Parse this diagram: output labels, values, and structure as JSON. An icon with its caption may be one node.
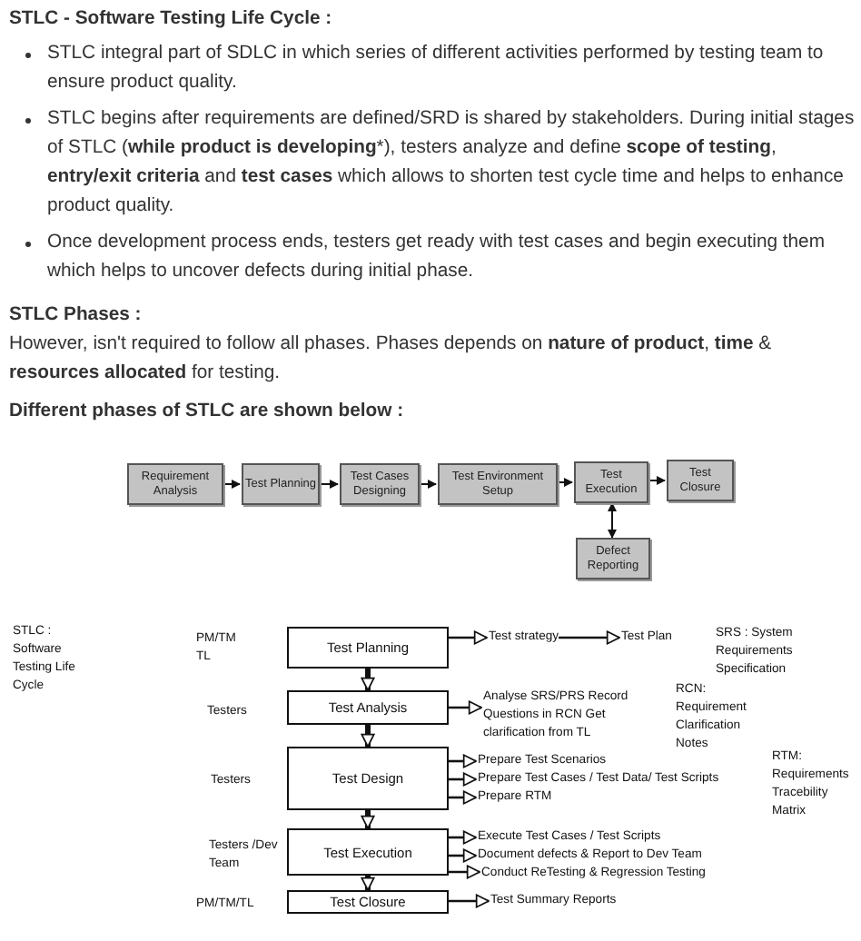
{
  "diagram": {
    "title": "STLC - Software Testing Life Cycle :",
    "nodes": [
      {
        "text": [
          "Requirement Analysis"
        ]
      },
      {
        "text": [
          "Test Planning"
        ]
      },
      {
        "text": [
          "Test Cases Designing"
        ]
      },
      {
        "text": [
          "Test Environment Setup"
        ]
      },
      {
        "text": [
          "Test Execution"
        ]
      },
      {
        "text": [
          "Test Closure"
        ]
      },
      {
        "text": [
          "Defect Reporting"
        ]
      },
      {
        "text": [
          "Test Planning"
        ]
      },
      {
        "text": [
          "Test Analysis"
        ]
      },
      {
        "text": [
          "Test Design"
        ]
      },
      {
        "text": [
          "Test Execution"
        ]
      },
      {
        "text": [
          "Test Closure"
        ]
      },
      {
        "text": [
          "Test strategy"
        ]
      },
      {
        "text": [
          "Test Plan"
        ]
      },
      {
        "text": [
          "Analyse SRS/PRS Record Questions in RCN Get clarification from TL"
        ]
      },
      {
        "text": [
          "Prepare Test Scenarios"
        ]
      },
      {
        "text": [
          "Prepare Test Cases / Test Data/ Test Scripts"
        ]
      },
      {
        "text": [
          "Prepare RTM"
        ]
      },
      {
        "text": [
          "Execute Test Cases / Test Scripts"
        ]
      },
      {
        "text": [
          "Document defects & Report to Dev Team"
        ]
      },
      {
        "text": [
          "Conduct ReTesting & Regression Testing"
        ]
      },
      {
        "text": [
          "Test Summary Reports"
        ]
      }
    ],
    "edges": [
      {
        "from": 0,
        "to": 1,
        "arrow": "to"
      },
      {
        "from": 1,
        "to": 2,
        "arrow": "to"
      },
      {
        "from": 2,
        "to": 3,
        "arrow": "to"
      },
      {
        "from": 3,
        "to": 4,
        "arrow": "to"
      },
      {
        "from": 4,
        "to": 5,
        "arrow": "to"
      },
      {
        "from": 4,
        "to": 6,
        "arrow": "both"
      },
      {
        "from": 7,
        "to": 8,
        "arrow": "to",
        "style": "thick"
      },
      {
        "from": 8,
        "to": 9,
        "arrow": "to",
        "style": "thick"
      },
      {
        "from": 9,
        "to": 10,
        "arrow": "to",
        "style": "thick"
      },
      {
        "from": 10,
        "to": 11,
        "arrow": "to",
        "style": "thick"
      },
      {
        "from": 7,
        "to": 12,
        "arrow": "to"
      },
      {
        "from": 12,
        "to": 13,
        "arrow": "to"
      },
      {
        "from": 8,
        "to": 14,
        "arrow": "to"
      },
      {
        "from": 9,
        "to": 15,
        "arrow": "to"
      },
      {
        "from": 9,
        "to": 16,
        "arrow": "to"
      },
      {
        "from": 9,
        "to": 17,
        "arrow": "to"
      },
      {
        "from": 10,
        "to": 18,
        "arrow": "to"
      },
      {
        "from": 10,
        "to": 19,
        "arrow": "to"
      },
      {
        "from": 10,
        "to": 20,
        "arrow": "to"
      },
      {
        "from": 11,
        "to": 21,
        "arrow": "to"
      }
    ],
    "labels": [
      "STLC integral part of SDLC in which series of different activities performed by testing team to ensure product quality.",
      "STLC begins after requirements are defined/SRD is shared by stakeholders. During initial stages of STLC (**while product is developing***), testers analyze and define **scope of testing**, **entry/exit criteria** and **test cases** which allows to shorten test cycle time and helps to enhance product quality.",
      "Once development process ends, testers get ready with test cases and begin executing them which helps to uncover defects during initial phase.",
      "STLC Phases :",
      "However, isn't required to follow all phases. Phases depends on **nature of product**, **time** & **resources allocated** for testing.",
      "Different phases of STLC are shown below :",
      "STLC : Software Testing Life Cycle",
      "PM/TM TL",
      "Testers",
      "Testers",
      "Testers /Dev Team",
      "PM/TM/TL",
      "SRS : System Requirements Specification",
      "RCN: Requirement Clarification Notes",
      "RTM: Requirements Tracebility Matrix"
    ]
  }
}
